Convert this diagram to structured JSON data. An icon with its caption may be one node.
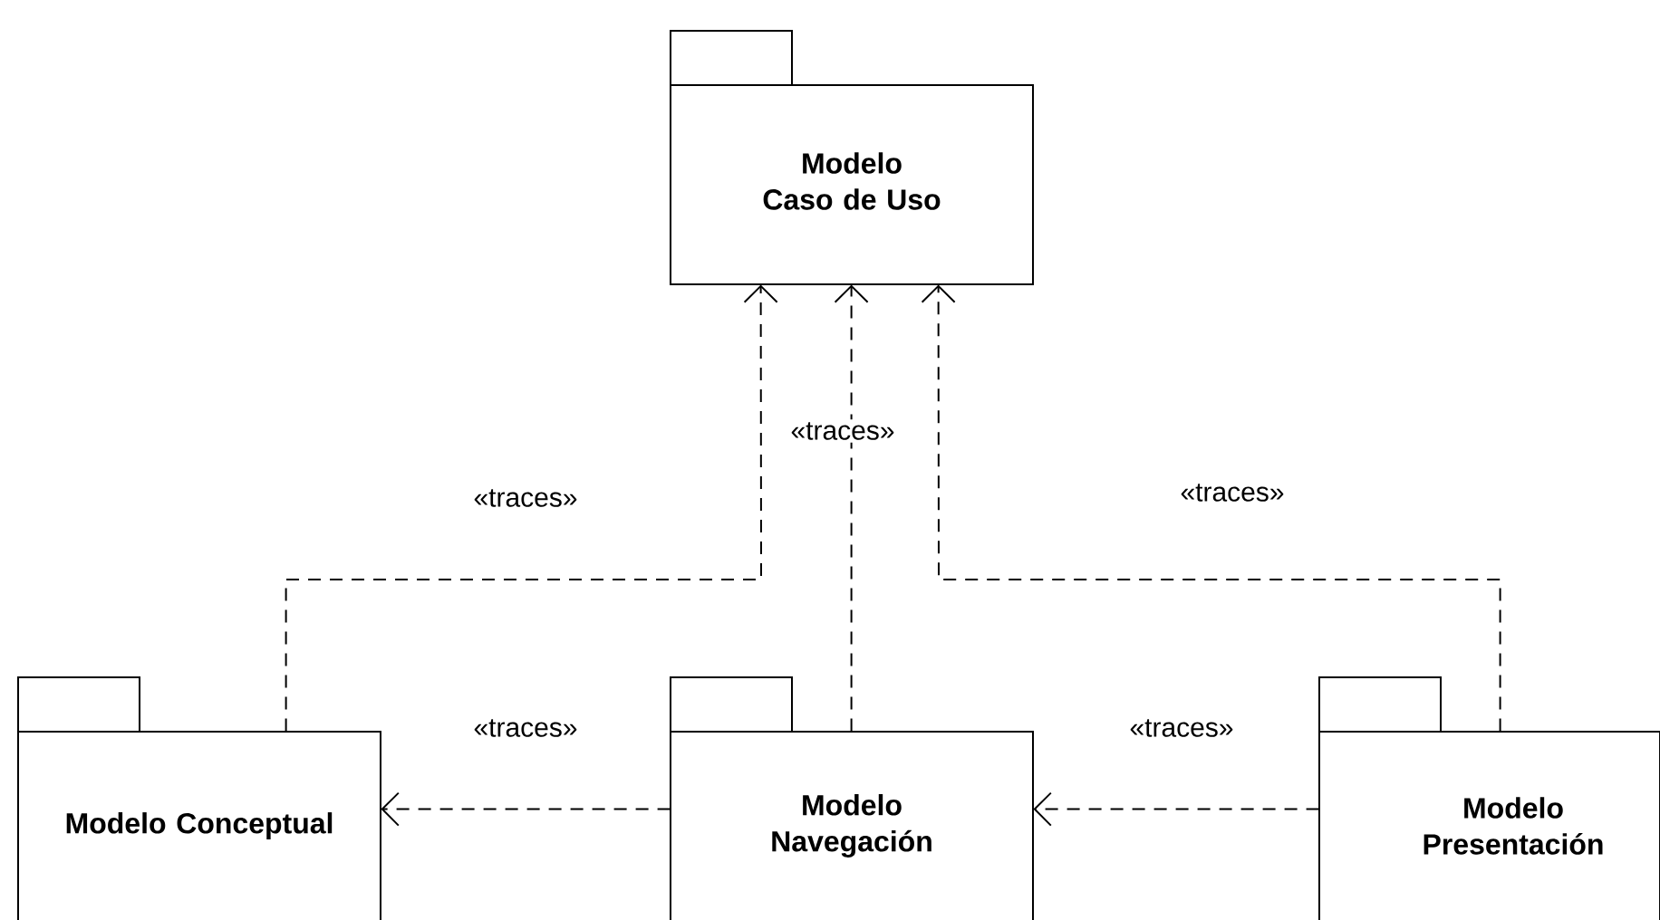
{
  "diagram": {
    "nodes": [
      {
        "text": [
          "Modelo Caso de Uso"
        ]
      },
      {
        "text": [
          "Modelo Conceptual"
        ]
      },
      {
        "text": [
          "Modelo Navegación"
        ]
      },
      {
        "text": [
          "Modelo Presentación"
        ]
      }
    ],
    "edges": [
      {
        "from": 1,
        "to": 0,
        "arrow": "to",
        "style": "dashed",
        "label": "«traces»"
      },
      {
        "from": 2,
        "to": 0,
        "arrow": "to",
        "style": "dashed",
        "label": "«traces»"
      },
      {
        "from": 3,
        "to": 0,
        "arrow": "to",
        "style": "dashed",
        "label": "«traces»"
      },
      {
        "from": 2,
        "to": 1,
        "arrow": "to",
        "style": "dashed",
        "label": "«traces»"
      },
      {
        "from": 3,
        "to": 2,
        "arrow": "to",
        "style": "dashed",
        "label": "«traces»"
      }
    ]
  }
}
